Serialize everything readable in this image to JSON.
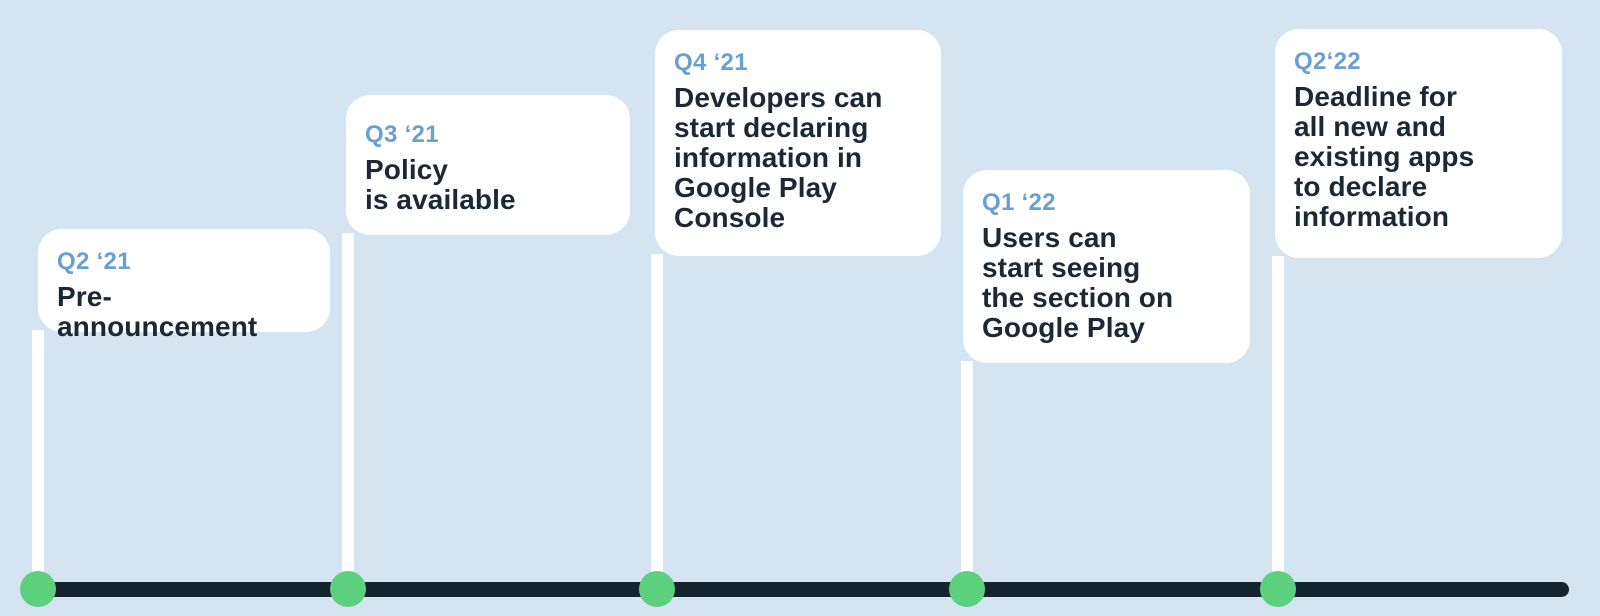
{
  "page": {
    "background_color": "#d5e4f1",
    "bar_color": "#15232e",
    "dot_color": "#5dd07e",
    "card_color": "#ffffff",
    "quarter_label_color": "#6a9fd6",
    "caption_color": "#1c2834"
  },
  "timeline": {
    "milestones": [
      {
        "quarter": "Q2 ‘21",
        "caption": "Pre-announcement"
      },
      {
        "quarter": "Q3 ‘21",
        "caption": "Policy\nis available"
      },
      {
        "quarter": "Q4 ‘21",
        "caption": "Developers can\nstart declaring\ninformation in\nGoogle Play\nConsole"
      },
      {
        "quarter": "Q1 ‘22",
        "caption": "Users can\nstart seeing\nthe section on\nGoogle Play"
      },
      {
        "quarter": "Q2‘22",
        "caption": "Deadline for\nall new and\nexisting apps\nto declare\ninformation"
      }
    ]
  }
}
